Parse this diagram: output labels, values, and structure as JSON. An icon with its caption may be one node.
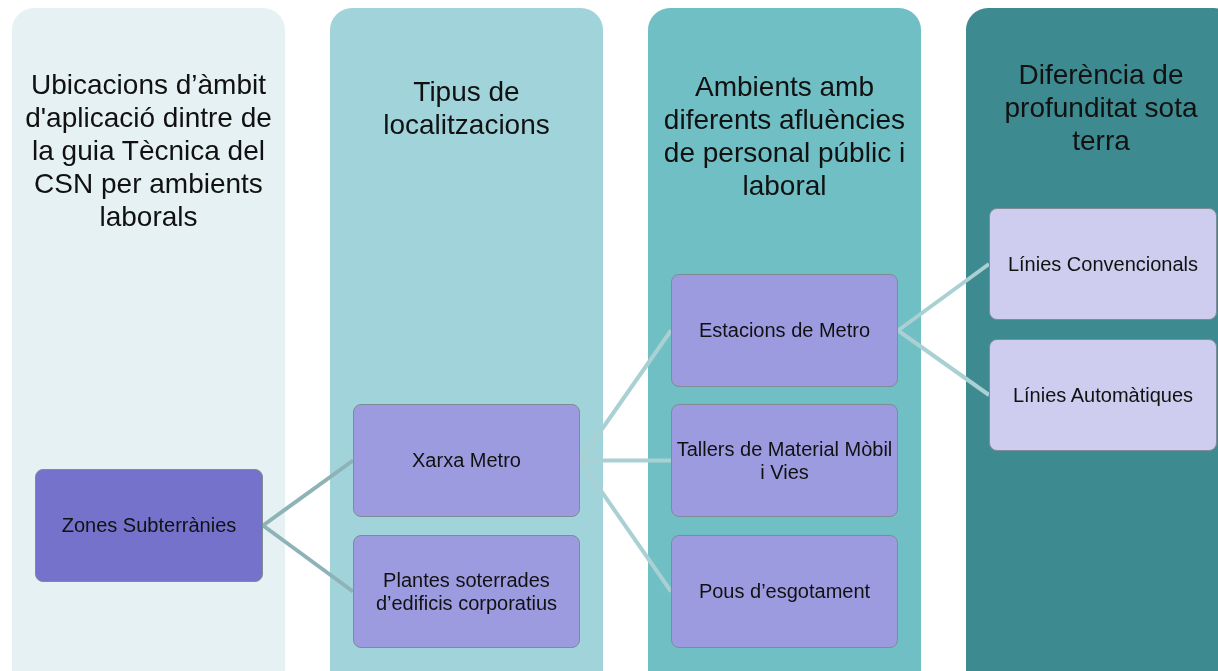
{
  "diagram": {
    "nodes": [
      {
        "text": [
          "Ubicacions d’àmbit d'aplicació dintre de la guia Tècnica del CSN per ambients laborals"
        ]
      },
      {
        "text": [
          "Zones Subterrànies"
        ],
        "in": 0
      },
      {
        "text": [
          "Tipus de localitzacions"
        ]
      },
      {
        "text": [
          "Xarxa Metro"
        ],
        "in": 2
      },
      {
        "text": [
          "Plantes soterrades d’edificis corporatius"
        ],
        "in": 2
      },
      {
        "text": [
          "Ambients amb diferents afluències de personal públic i laboral"
        ]
      },
      {
        "text": [
          "Estacions de Metro"
        ],
        "in": 5
      },
      {
        "text": [
          "Tallers de Material Mòbil i Vies"
        ],
        "in": 5
      },
      {
        "text": [
          "Pous d’esgotament"
        ],
        "in": 5
      },
      {
        "text": [
          "Diferència de profunditat sota terra"
        ]
      },
      {
        "text": [
          "Línies Convencionals"
        ],
        "in": 9
      },
      {
        "text": [
          "Línies Automàtiques"
        ],
        "in": 9
      }
    ],
    "edges": [
      {
        "from": 1,
        "to": 3,
        "arrow": "none",
        "color": "#8eb3b7"
      },
      {
        "from": 1,
        "to": 4,
        "arrow": "none",
        "color": "#8eb3b7"
      },
      {
        "from": 3,
        "to": 6,
        "arrow": "none"
      },
      {
        "from": 3,
        "to": 7,
        "arrow": "none"
      },
      {
        "from": 3,
        "to": 8,
        "arrow": "none"
      },
      {
        "from": 6,
        "to": 10,
        "arrow": "none"
      },
      {
        "from": 6,
        "to": 11,
        "arrow": "none"
      }
    ]
  }
}
